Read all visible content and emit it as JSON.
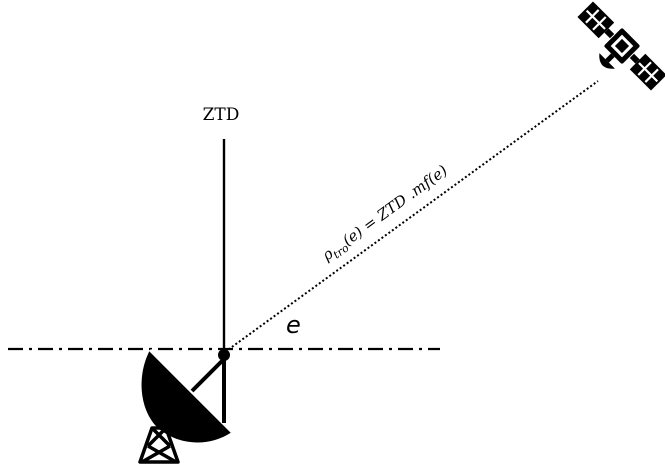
{
  "labels": {
    "zenith": "ZTD",
    "angle": "e",
    "formula": "ρtro(e) = ZTD .mf(e)",
    "formula_parts": {
      "rho": "ρ",
      "sub": "tro",
      "rest": "(e) = ZTD .mf(e)"
    }
  },
  "icons": {
    "receiver": "ground-station-dish-icon",
    "satellite": "satellite-icon"
  },
  "colors": {
    "ink": "#000000",
    "background": "#ffffff"
  }
}
